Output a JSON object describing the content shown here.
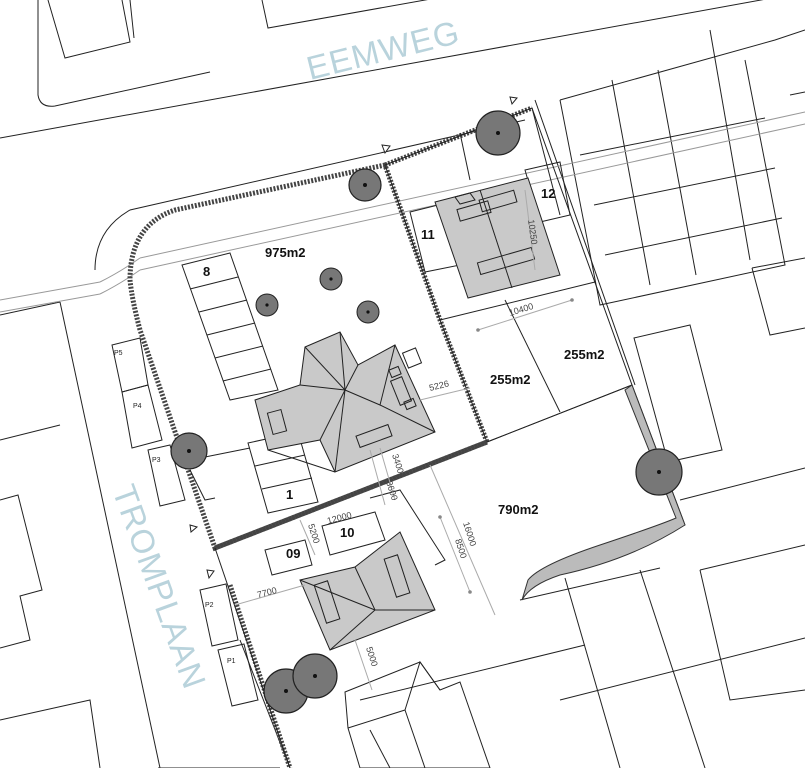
{
  "streets": {
    "eemweg": "EEMWEG",
    "tromplaan": "TROMPLAAN"
  },
  "areas": {
    "a975": "975m2",
    "a255_left": "255m2",
    "a255_right": "255m2",
    "a790": "790m2"
  },
  "lots": {
    "l1": "1",
    "l8": "8",
    "l09": "09",
    "l10": "10",
    "l11": "11",
    "l12": "12"
  },
  "parking": {
    "p1": "P1",
    "p2": "P2",
    "p3": "P3",
    "p4": "P4",
    "p5": "P5"
  },
  "dimensions": {
    "d5226": "5226",
    "d10250": "10250",
    "d10400": "10400",
    "d3400": "3400",
    "d3600": "3600",
    "d12000": "12000",
    "d5200": "5200",
    "d16000": "16000",
    "d8500": "8500",
    "d7700": "7700",
    "d5000": "5000"
  },
  "colors": {
    "street_label": "#b9d3dc",
    "building_fill": "#c9c9c9",
    "tree_fill": "#777777"
  }
}
